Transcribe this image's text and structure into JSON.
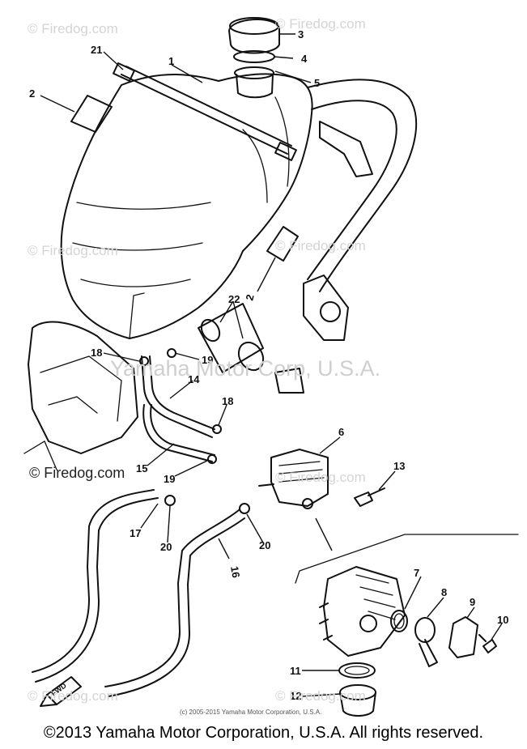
{
  "watermarks": {
    "text": "Firedog.com",
    "big": "Yamaha Motor Corp, U.S.A.",
    "small_copyright": "(c) 2005-2015 Yamaha Motor Corporation, U.S.A."
  },
  "footer": "©2013 Yamaha Motor Corporation, U.S.A. All rights reserved.",
  "fwd_label": "FWD",
  "callouts": [
    "1",
    "2",
    "2",
    "3",
    "4",
    "5",
    "6",
    "7",
    "8",
    "9",
    "10",
    "11",
    "12",
    "13",
    "14",
    "15",
    "16",
    "17",
    "18",
    "18",
    "19",
    "19",
    "20",
    "20",
    "21",
    "22"
  ]
}
